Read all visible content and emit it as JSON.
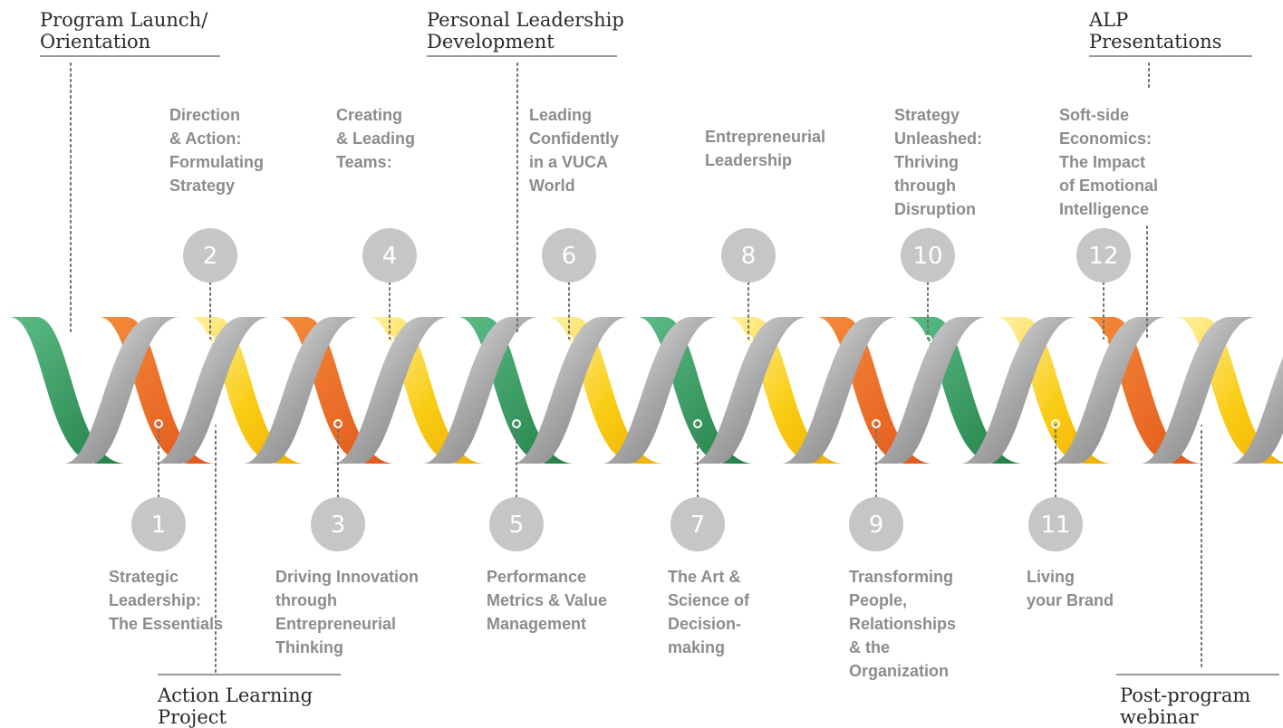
{
  "colors": {
    "grey": "#9b9b9b",
    "grey_light": "#dcdcdc",
    "green": "#2e9a5e",
    "orange": "#ef6a1f",
    "yellow": "#f7c300",
    "number_circle": "#c6c6c6",
    "text_module": "#8c8c8c"
  },
  "milestones": {
    "launch": {
      "lines": [
        "Program Launch/",
        "Orientation"
      ]
    },
    "personal": {
      "lines": [
        "Personal Leadership",
        "Development"
      ]
    },
    "alp": {
      "lines": [
        "ALP",
        "Presentations"
      ]
    },
    "action": {
      "lines": [
        "Action Learning",
        "Project"
      ]
    },
    "webinar": {
      "lines": [
        "Post-program",
        "webinar"
      ]
    }
  },
  "modules": [
    {
      "number": "1",
      "lines": [
        "Strategic",
        "Leadership:",
        "The Essentials"
      ]
    },
    {
      "number": "2",
      "lines": [
        "Direction",
        "& Action:",
        "Formulating",
        "Strategy"
      ]
    },
    {
      "number": "3",
      "lines": [
        "Driving Innovation",
        "through",
        "Entrepreneurial",
        "Thinking"
      ]
    },
    {
      "number": "4",
      "lines": [
        "Creating",
        "& Leading",
        "Teams:"
      ]
    },
    {
      "number": "5",
      "lines": [
        "Performance",
        "Metrics & Value",
        "Management"
      ]
    },
    {
      "number": "6",
      "lines": [
        "Leading",
        "Confidently",
        "in a VUCA",
        "World"
      ]
    },
    {
      "number": "7",
      "lines": [
        "The Art &",
        "Science of",
        "Decision-",
        "making"
      ]
    },
    {
      "number": "8",
      "lines": [
        "Entrepreneurial",
        "Leadership"
      ]
    },
    {
      "number": "9",
      "lines": [
        "Transforming",
        "People,",
        "Relationships",
        "& the",
        "Organization"
      ]
    },
    {
      "number": "10",
      "lines": [
        "Strategy",
        "Unleashed:",
        "Thriving",
        "through",
        "Disruption"
      ]
    },
    {
      "number": "11",
      "lines": [
        "Living",
        "your Brand"
      ]
    },
    {
      "number": "12",
      "lines": [
        "Soft-side",
        "Economics:",
        "The Impact",
        "of Emotional",
        "Intelligence"
      ]
    }
  ],
  "ribbon_colors": {
    "top": [
      "green",
      "orange",
      "yellow",
      "orange",
      "yellow",
      "green",
      "yellow",
      "green",
      "yellow",
      "orange",
      "green",
      "yellow",
      "orange",
      "yellow"
    ],
    "bottom": [
      "green",
      "orange",
      "yellow",
      "orange",
      "yellow",
      "green",
      "yellow",
      "green",
      "yellow",
      "orange",
      "green",
      "yellow",
      "orange",
      "yellow"
    ]
  }
}
